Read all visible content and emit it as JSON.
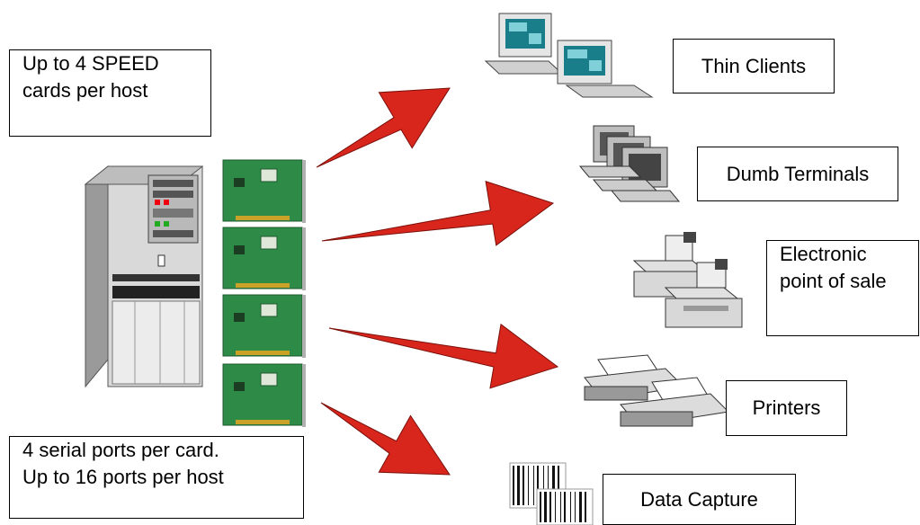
{
  "notes": {
    "cards_per_host": [
      "Up to 4 SPEED",
      "cards per host"
    ],
    "ports": [
      "4 serial ports per card.",
      "Up to 16 ports per host"
    ]
  },
  "devices": [
    {
      "id": "thin-clients",
      "label": [
        "Thin Clients"
      ]
    },
    {
      "id": "dumb-terminals",
      "label": [
        "Dumb Terminals"
      ]
    },
    {
      "id": "electronic-pos",
      "label": [
        "Electronic",
        "point of sale"
      ]
    },
    {
      "id": "printers",
      "label": [
        "Printers"
      ]
    },
    {
      "id": "data-capture",
      "label": [
        "Data Capture"
      ]
    }
  ],
  "colors": {
    "arrow": "#d9261c",
    "card": "#2e8b47",
    "server": "#cfcfcf"
  },
  "icons": [
    "server-tower-icon",
    "expansion-card-icon",
    "thin-client-icon",
    "dumb-terminal-icon",
    "pos-register-icon",
    "printer-icon",
    "barcode-icon"
  ]
}
